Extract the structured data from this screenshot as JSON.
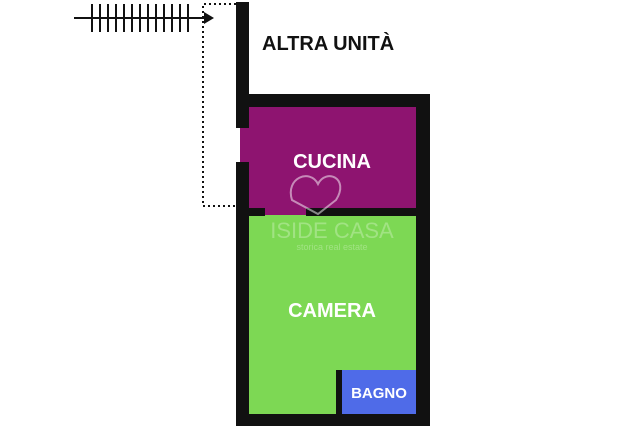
{
  "labels": {
    "other_unit": "ALTRA UNITÀ",
    "kitchen": "CUCINA",
    "bedroom": "CAMERA",
    "bathroom": "BAGNO"
  },
  "watermark": {
    "brand": "ISIDE CASA",
    "tagline": "storica real estate"
  },
  "colors": {
    "kitchen": "#8e1470",
    "bedroom": "#7dd854",
    "bathroom": "#4f6be8",
    "wall": "#111111"
  }
}
